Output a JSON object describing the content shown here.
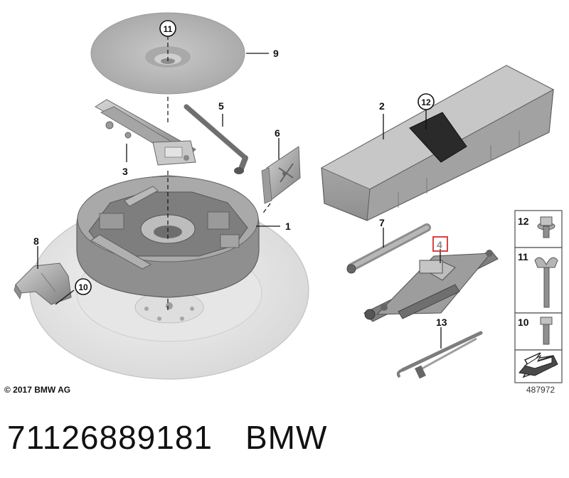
{
  "copyright": "© 2017 BMW AG",
  "diagram_code": "487972",
  "caption": {
    "part_number": "71126889181",
    "brand": "BMW"
  },
  "callouts": [
    {
      "id": "c1",
      "label": "1"
    },
    {
      "id": "c2",
      "label": "2"
    },
    {
      "id": "c3",
      "label": "3"
    },
    {
      "id": "c4",
      "label": "4",
      "highlighted": true
    },
    {
      "id": "c5",
      "label": "5"
    },
    {
      "id": "c6",
      "label": "6"
    },
    {
      "id": "c7",
      "label": "7"
    },
    {
      "id": "c8",
      "label": "8"
    },
    {
      "id": "c9",
      "label": "9"
    },
    {
      "id": "c10",
      "label": "10",
      "circled": true
    },
    {
      "id": "c11",
      "label": "11",
      "circled": true
    },
    {
      "id": "c12",
      "label": "12",
      "circled": true
    },
    {
      "id": "c13",
      "label": "13"
    }
  ],
  "fastener_table": [
    {
      "label": "12",
      "part": "flange-bolt"
    },
    {
      "label": "11",
      "part": "wing-bolt"
    },
    {
      "label": "10",
      "part": "hex-bolt"
    }
  ],
  "colors": {
    "part_fill": "#b8b8b8",
    "part_dark": "#8a8a8a",
    "part_light": "#d9d9d9",
    "highlight": "#d32f2f"
  }
}
